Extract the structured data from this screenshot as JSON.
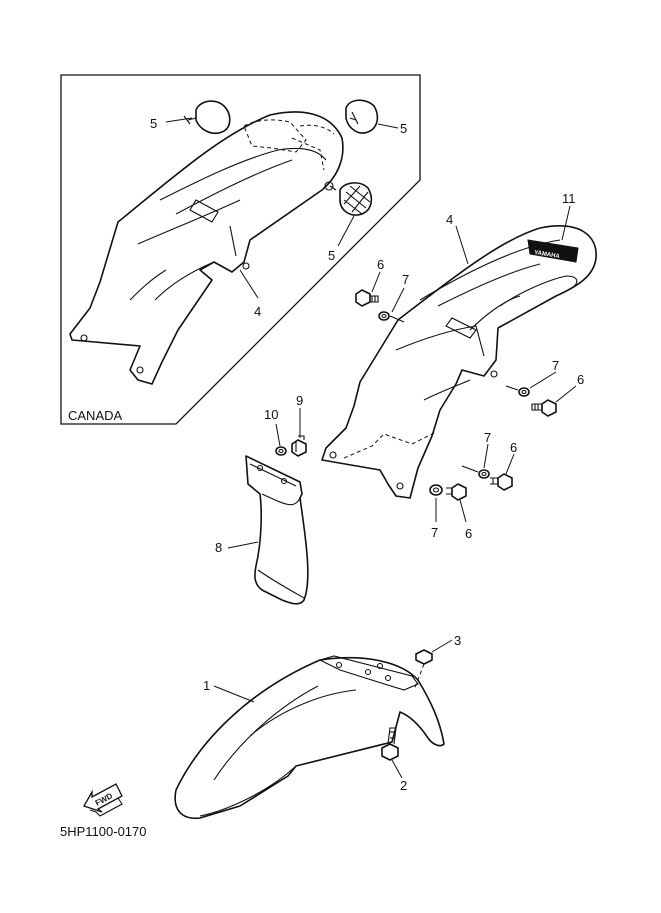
{
  "inset": {
    "caption": "CANADA"
  },
  "callouts": {
    "c1": "1",
    "c2": "2",
    "c3": "3",
    "c4a": "4",
    "c4b": "4",
    "c5a": "5",
    "c5b": "5",
    "c5c": "5",
    "c6a": "6",
    "c6b": "6",
    "c6c": "6",
    "c6d": "6",
    "c7a": "7",
    "c7b": "7",
    "c7c": "7",
    "c7d": "7",
    "c8": "8",
    "c9": "9",
    "c10": "10",
    "c11": "11"
  },
  "fwd_label": "FWD",
  "drawing_code": "5HP1100-0170"
}
